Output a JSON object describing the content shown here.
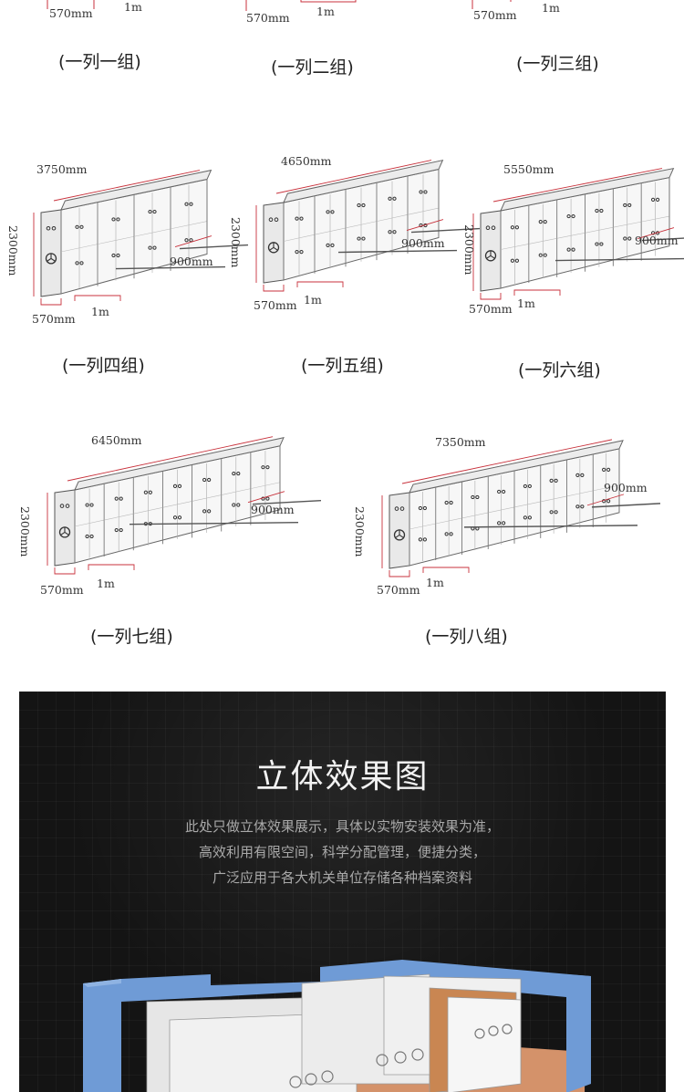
{
  "top_row": {
    "dims": [
      "570mm",
      "1m",
      "570mm",
      "1m",
      "570mm",
      "1m"
    ],
    "captions": [
      "(一列一组)",
      "(一列二组)",
      "(一列三组)"
    ]
  },
  "units": [
    {
      "length": "3750mm",
      "height": "2300mm",
      "depth": "900mm",
      "width": "570mm",
      "gap": "1m",
      "caption": "(一列四组)",
      "groups": 4
    },
    {
      "length": "4650mm",
      "height": "2300mm",
      "depth": "900mm",
      "width": "570mm",
      "gap": "1m",
      "caption": "(一列五组)",
      "groups": 5
    },
    {
      "length": "5550mm",
      "height": "2300mm",
      "depth": "900mm",
      "width": "570mm",
      "gap": "1m",
      "caption": "(一列六组)",
      "groups": 6
    },
    {
      "length": "6450mm",
      "height": "2300mm",
      "depth": "900mm",
      "width": "570mm",
      "gap": "1m",
      "caption": "(一列七组)",
      "groups": 7
    },
    {
      "length": "7350mm",
      "height": "2300mm",
      "depth": "900mm",
      "width": "570mm",
      "gap": "1m",
      "caption": "(一列八组)",
      "groups": 8
    }
  ],
  "effect_section": {
    "title": "立体效果图",
    "lines": [
      "此处只做立体效果展示，具体以实物安装效果为准，",
      "高效利用有限空间，科学分配管理，便捷分类，",
      "广泛应用于各大机关单位存储各种档案资料"
    ]
  },
  "colors": {
    "dimension_red": "#c8323c",
    "cabinet_line": "#666666",
    "dark_bg": "#141414",
    "room_wall": "#6f9bd6",
    "floor": "#d4926a"
  }
}
